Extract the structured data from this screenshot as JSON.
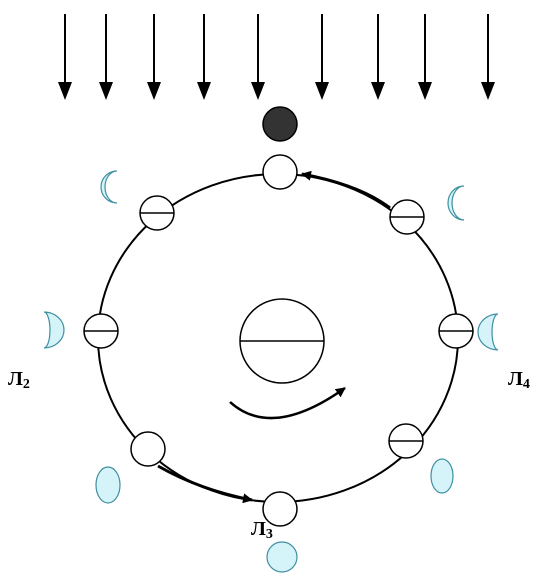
{
  "labels": {
    "l2": {
      "letter": "Л",
      "index": "2"
    },
    "l3": {
      "letter": "Л",
      "index": "3"
    },
    "l4": {
      "letter": "Л",
      "index": "4"
    }
  },
  "colors": {
    "stroke": "#000000",
    "moon_fill": "#ffffff",
    "phase_fill": "#d4f4fa",
    "phase_stroke": "#3f8fa0",
    "sun_body": "#333333",
    "background": "#ffffff"
  },
  "icons": {
    "sunlight": "arrow-down-icon",
    "orbit_direction": "curved-arrow-icon"
  }
}
